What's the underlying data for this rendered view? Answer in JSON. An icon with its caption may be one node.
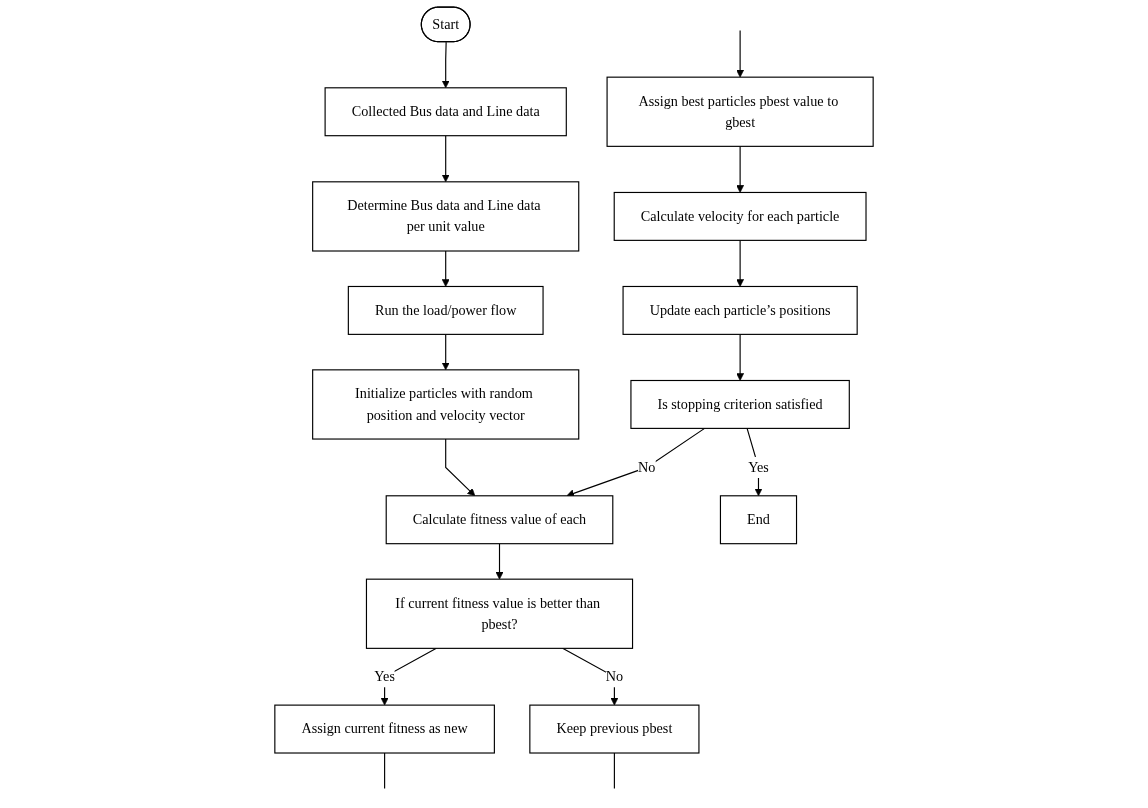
{
  "diagram": {
    "nodes": [
      {
        "text": [
          "Start"
        ]
      },
      {
        "text": [
          "Collected Bus data and Line data"
        ]
      },
      {
        "text": [
          "Determine Bus data and Line data per unit value"
        ]
      },
      {
        "text": [
          "Run the load/power flow"
        ]
      },
      {
        "text": [
          "Initialize particles with random position and velocity vector"
        ]
      },
      {
        "text": [
          "Calculate fitness value of each"
        ]
      },
      {
        "text": [
          "If current fitness value is better than pbest?"
        ]
      },
      {
        "text": [
          "Assign current fitness as new"
        ]
      },
      {
        "text": [
          "Keep previous pbest"
        ]
      },
      {
        "text": [
          "Assign best particles pbest value to gbest"
        ]
      },
      {
        "text": [
          "Calculate velocity for each particle"
        ]
      },
      {
        "text": [
          "Update each particle’s positions"
        ]
      },
      {
        "text": [
          "Is stopping criterion satisfied"
        ]
      },
      {
        "text": [
          "End"
        ]
      }
    ],
    "edges": [
      {
        "from": 0,
        "to": 1,
        "arrow": "to"
      },
      {
        "from": 1,
        "to": 2,
        "arrow": "to"
      },
      {
        "from": 2,
        "to": 3,
        "arrow": "to"
      },
      {
        "from": 3,
        "to": 4,
        "arrow": "to"
      },
      {
        "from": 4,
        "to": 5,
        "arrow": "to"
      },
      {
        "from": 5,
        "to": 6,
        "arrow": "to"
      },
      {
        "from": 6,
        "to": 7,
        "arrow": "to",
        "label": "Yes"
      },
      {
        "from": 6,
        "to": 8,
        "arrow": "to",
        "label": "No"
      },
      {
        "from": 7,
        "to": null,
        "arrow": "none"
      },
      {
        "from": 8,
        "to": null,
        "arrow": "none"
      },
      {
        "from": null,
        "to": 9,
        "arrow": "to"
      },
      {
        "from": 9,
        "to": 10,
        "arrow": "to"
      },
      {
        "from": 10,
        "to": 11,
        "arrow": "to"
      },
      {
        "from": 11,
        "to": 12,
        "arrow": "to"
      },
      {
        "from": 12,
        "to": 5,
        "arrow": "to",
        "label": "No"
      },
      {
        "from": 12,
        "to": 13,
        "arrow": "to",
        "label": "Yes"
      }
    ]
  }
}
